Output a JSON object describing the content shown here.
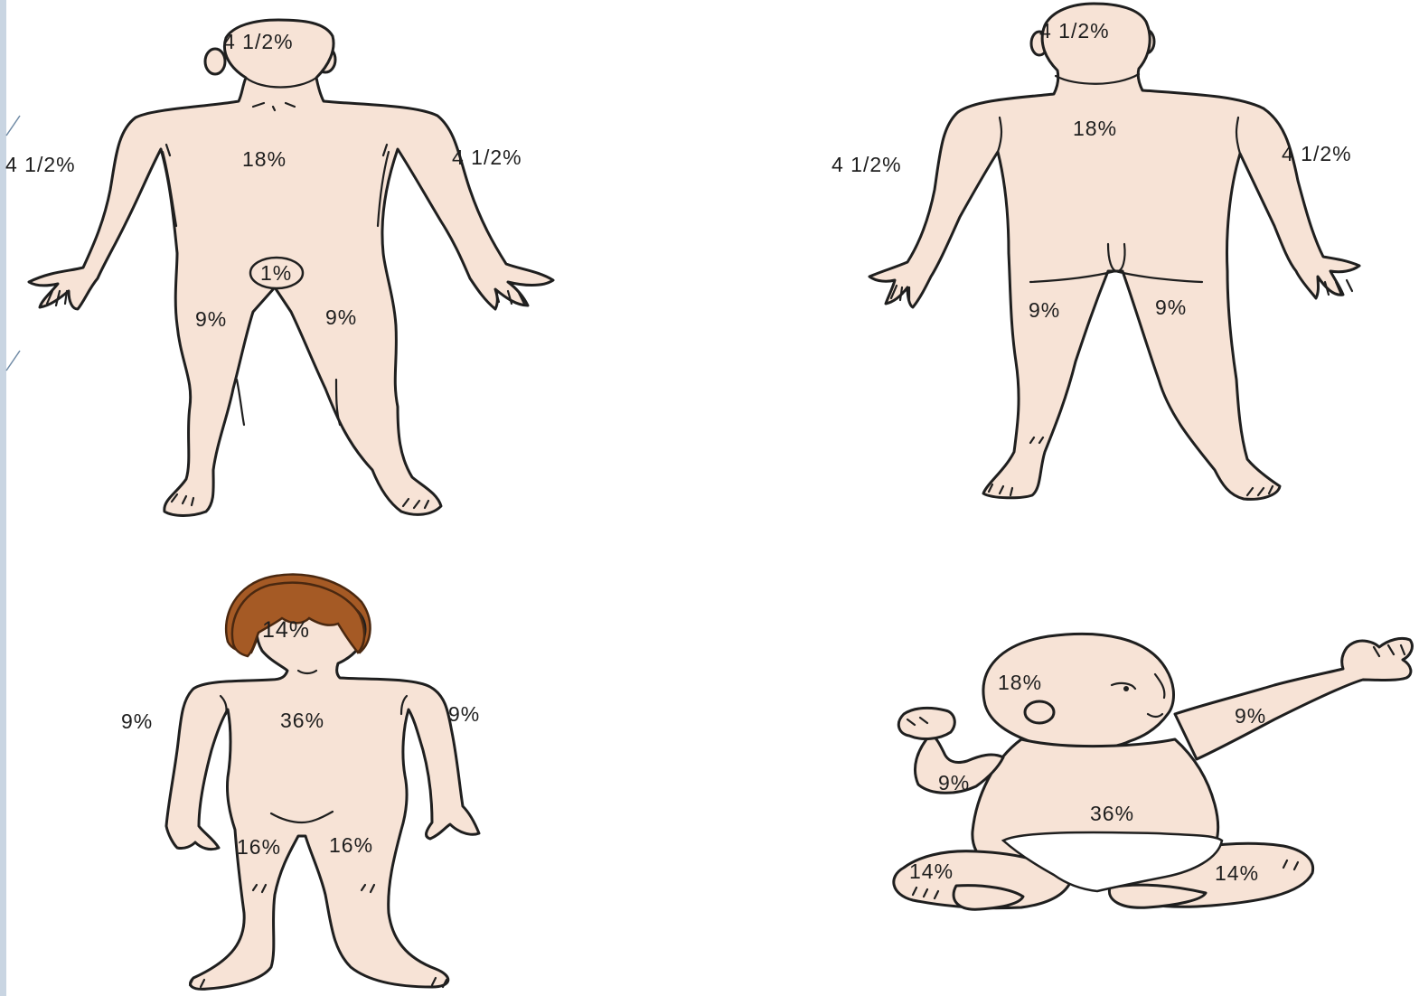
{
  "adult_front": {
    "head": "4 1/2%",
    "left_arm": "4 1/2%",
    "right_arm": "4 1/2%",
    "trunk": "18%",
    "genitalia": "1%",
    "left_leg": "9%",
    "right_leg": "9%"
  },
  "adult_back": {
    "head": "4 1/2%",
    "left_arm": "4 1/2%",
    "right_arm": "4 1/2%",
    "trunk": "18%",
    "left_leg": "9%",
    "right_leg": "9%"
  },
  "child": {
    "head": "14%",
    "left_arm": "9%",
    "right_arm": "9%",
    "trunk": "36%",
    "left_leg": "16%",
    "right_leg": "16%"
  },
  "infant": {
    "head": "18%",
    "raised_arm": "9%",
    "bent_arm": "9%",
    "trunk": "36%",
    "left_leg": "14%",
    "right_leg": "14%"
  },
  "colors": {
    "skin": "#f7e3d6",
    "outline": "#1f1f1f",
    "hair": "#a55a25",
    "slide_frame": "#b9c7d6"
  }
}
